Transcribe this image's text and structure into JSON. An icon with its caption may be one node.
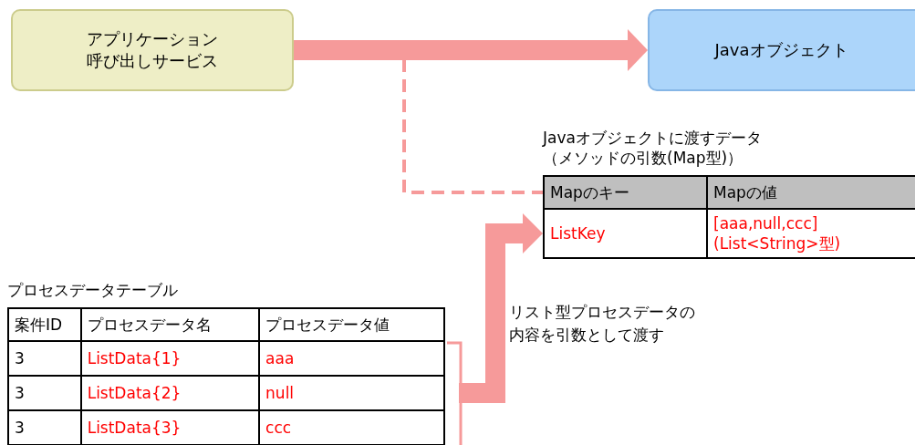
{
  "diagram": {
    "nodes": [
      {
        "text": [
          "アプリケーション呼び出しサービス"
        ]
      },
      {
        "text": [
          "Javaオブジェクト"
        ]
      },
      {
        "text": [
          "Javaオブジェクトに渡すデータ（メソッドの引数(Map型)）",
          "Mapのキー",
          "Mapの値",
          "ListKey",
          "[aaa,null,ccc](List<String>型)"
        ]
      },
      {
        "text": [
          "プロセスデータテーブル",
          "案件ID",
          "プロセスデータ名",
          "プロセスデータ値",
          "3",
          "ListData{1}",
          "aaa",
          "3",
          "ListData{2}",
          "null",
          "3",
          "ListData{3}",
          "ccc"
        ]
      }
    ],
    "edges": [
      {
        "from": 0,
        "to": 1,
        "arrow": "to"
      },
      {
        "from": null,
        "to": 2,
        "arrow": "none",
        "style": "dashed"
      },
      {
        "from": 3,
        "to": 2,
        "arrow": "to",
        "label": "リスト型プロセスデータの内容を引数として渡す"
      }
    ]
  }
}
